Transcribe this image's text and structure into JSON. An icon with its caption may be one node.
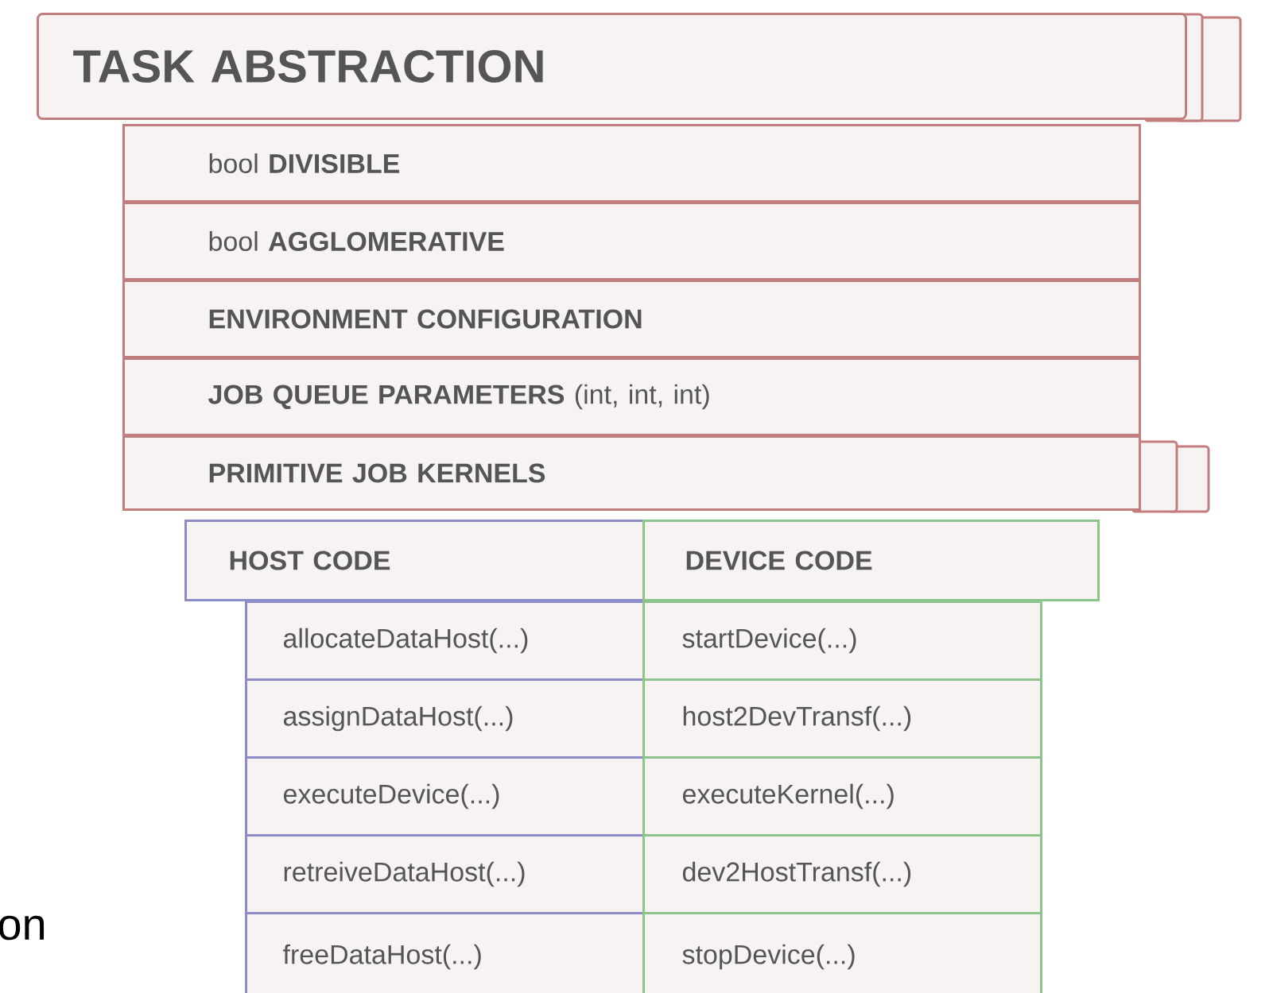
{
  "diagram": {
    "nodes": [
      {
        "text": [
          "TASK ABSTRACTION"
        ]
      },
      {
        "text": [
          "bool **DIVISIBLE**"
        ]
      },
      {
        "text": [
          "bool **AGGLOMERATIVE**"
        ]
      },
      {
        "text": [
          "ENVIRONMENT CONFIGURATION"
        ]
      },
      {
        "text": [
          "**JOB QUEUE PARAMETERS** (int, int, int)"
        ]
      },
      {
        "text": [
          "PRIMITIVE JOB KERNELS"
        ]
      },
      {
        "text": [
          "HOST CODE"
        ]
      },
      {
        "text": [
          "DEVICE CODE"
        ]
      },
      {
        "text": [
          "allocateDataHost(...)"
        ]
      },
      {
        "text": [
          "startDevice(...)"
        ]
      },
      {
        "text": [
          "assignDataHost(...)"
        ]
      },
      {
        "text": [
          "host2DevTransf(...)"
        ]
      },
      {
        "text": [
          "executeDevice(...)"
        ]
      },
      {
        "text": [
          "executeKernel(...)"
        ]
      },
      {
        "text": [
          "retreiveDataHost(...)"
        ]
      },
      {
        "text": [
          "dev2HostTransf(...)"
        ]
      },
      {
        "text": [
          "freeDataHost(...)"
        ]
      },
      {
        "text": [
          "stopDevice(...)"
        ]
      }
    ],
    "labels": [
      "on"
    ]
  }
}
